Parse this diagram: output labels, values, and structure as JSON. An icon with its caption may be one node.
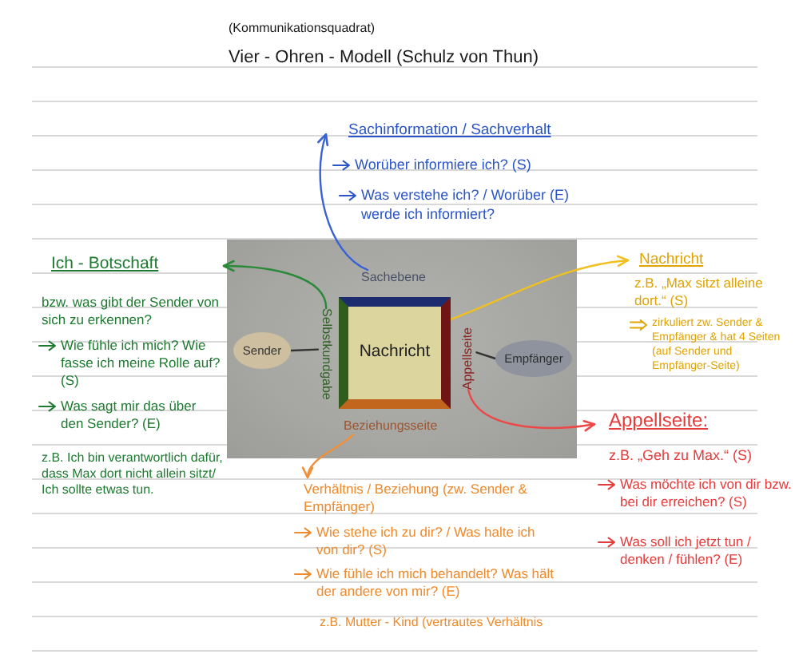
{
  "diagram": {
    "title": "Vier - Ohren - Modell (Schulz von Thun)",
    "nodes": [
      {
        "text": [
          "Sachinformation / Sachverhalt",
          "Worüber informiere ich? (S)",
          "Was verstehe ich? / Worüber (E) werde ich informiert?"
        ]
      },
      {
        "text": [
          "Ich - Botschaft",
          "bzw. was gibt der Sender von sich zu erkennen?",
          "Wie fühle ich mich? Wie fasse ich meine Rolle auf? (S)",
          "Was sagt mir das über den Sender? (E)",
          "z.B. Ich bin verantwortlich dafür, dass Max dort nicht allein sitzt/ Ich sollte etwas tun."
        ]
      },
      {
        "text": [],
        "shape": "picture"
      },
      {
        "text": [
          "Sachebene"
        ],
        "in": 2
      },
      {
        "text": [
          "Sender"
        ],
        "in": 2
      },
      {
        "text": [
          "Selbstkundgabe"
        ],
        "in": 2
      },
      {
        "text": [
          "Nachricht"
        ],
        "in": 2
      },
      {
        "text": [
          "Appellseite"
        ],
        "in": 2
      },
      {
        "text": [
          "Empfänger"
        ],
        "in": 2
      },
      {
        "text": [
          "Beziehungsseite"
        ],
        "in": 2
      },
      {
        "text": [
          "Nachricht",
          "z.B. „Max sitzt alleine dort.“ (S)",
          "zirkuliert zw. Sender & Empfänger & hat 4 Seiten (auf Sender und Empfänger-Seite)"
        ]
      },
      {
        "text": [
          "Appellseite:",
          "z.B. „Geh zu Max.“ (S)",
          "Was möchte ich von dir bzw. bei dir erreichen? (S)",
          "Was soll ich jetzt tun / denken / fühlen? (E)"
        ]
      },
      {
        "text": [
          "Verhältnis / Beziehung (zw. Sender & Empfänger)",
          "Wie stehe ich zu dir? / Was halte ich von dir? (S)",
          "Wie fühle ich mich behandelt? Was hält der andere von mir? (E)",
          "z.B. Mutter - Kind (vertrautes Verhältnis"
        ]
      }
    ],
    "edges": [
      {
        "from": 3,
        "to": 0,
        "arrow": "to",
        "color": "#3a62d4"
      },
      {
        "from": 5,
        "to": 1,
        "arrow": "to",
        "color": "#2a8a3a"
      },
      {
        "from": 6,
        "to": 10,
        "arrow": "to",
        "color": "#f0c020"
      },
      {
        "from": 7,
        "to": 11,
        "arrow": "to",
        "color": "#ec4848"
      },
      {
        "from": 9,
        "to": 12,
        "arrow": "to",
        "color": "#f0903a"
      },
      {
        "from": 4,
        "to": 5,
        "arrow": "none",
        "color": "#333333"
      },
      {
        "from": 7,
        "to": 8,
        "arrow": "none",
        "color": "#333333"
      }
    ],
    "labels": [
      "(Kommunikationsquadrat)"
    ]
  }
}
